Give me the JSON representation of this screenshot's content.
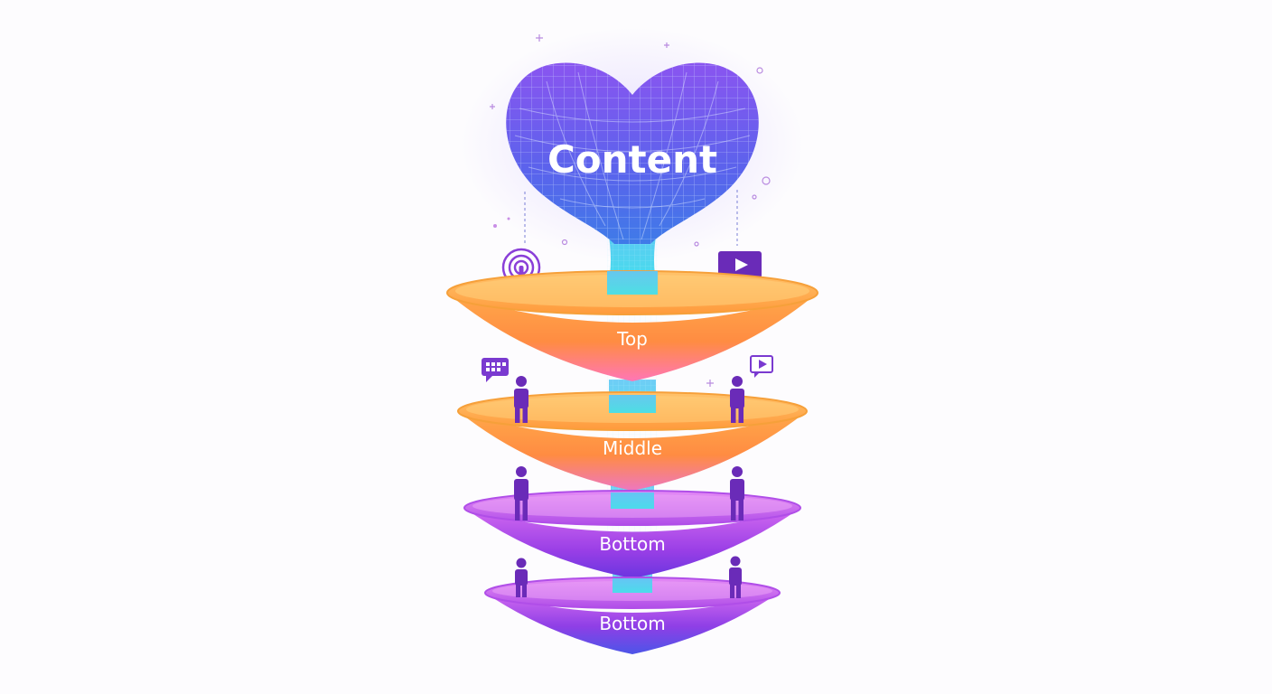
{
  "heart": {
    "label": "Content",
    "colors": {
      "top": "#8a55f0",
      "bottom": "#3f6be8",
      "grid": "#cfe0ff"
    }
  },
  "stream_color": "#57d7f2",
  "tiers": [
    {
      "label": "Top",
      "colors": [
        "#ffb347",
        "#ff8a3d",
        "#ff7bac"
      ]
    },
    {
      "label": "Middle",
      "colors": [
        "#ffb347",
        "#ff8a3d",
        "#ee77c0"
      ]
    },
    {
      "label": "Bottom",
      "colors": [
        "#d56af0",
        "#9b3fe6",
        "#6a35e0"
      ]
    },
    {
      "label": "Bottom",
      "colors": [
        "#d56af0",
        "#9b3fe6",
        "#4c55e8"
      ]
    }
  ],
  "icons": {
    "podcast": "podcast-icon",
    "video": "video-play-icon",
    "chat": "chat-bubble-icon",
    "person": "person-icon"
  },
  "person_color": "#6a2bb8"
}
